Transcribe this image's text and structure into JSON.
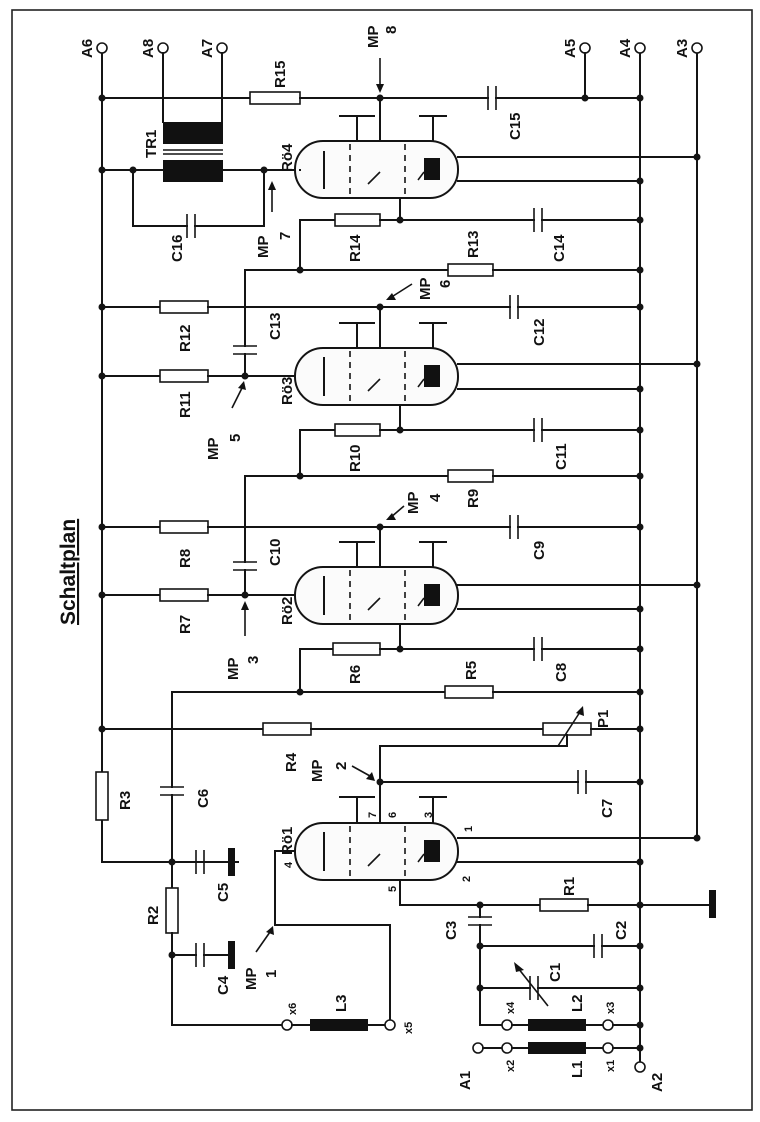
{
  "title": "Schaltplan",
  "terminals": {
    "A1": "A1",
    "A2": "A2",
    "A3": "A3",
    "A4": "A4",
    "A5": "A5",
    "A6": "A6",
    "A7": "A7",
    "A8": "A8",
    "x1": "x1",
    "x2": "x2",
    "x3": "x3",
    "x4": "x4",
    "x5": "x5",
    "x6": "x6"
  },
  "resistors": {
    "R1": "R1",
    "R2": "R2",
    "R3": "R3",
    "R4": "R4",
    "R5": "R5",
    "R6": "R6",
    "R7": "R7",
    "R8": "R8",
    "R9": "R9",
    "R10": "R10",
    "R11": "R11",
    "R12": "R12",
    "R13": "R13",
    "R14": "R14",
    "R15": "R15"
  },
  "potentiometer": "P1",
  "capacitors": {
    "C1": "C1",
    "C2": "C2",
    "C3": "C3",
    "C4": "C4",
    "C5": "C5",
    "C6": "C6",
    "C7": "C7",
    "C8": "C8",
    "C9": "C9",
    "C10": "C10",
    "C11": "C11",
    "C12": "C12",
    "C13": "C13",
    "C14": "C14",
    "C15": "C15",
    "C16": "C16"
  },
  "inductors": {
    "L1": "L1",
    "L2": "L2",
    "L3": "L3"
  },
  "transformer": "TR1",
  "tubes": {
    "Ro1": "Rö1",
    "Ro2": "Rö2",
    "Ro3": "Rö3",
    "Ro4": "Rö4"
  },
  "measure_points": [
    {
      "label": "MP",
      "num": "1"
    },
    {
      "label": "MP",
      "num": "2"
    },
    {
      "label": "MP",
      "num": "3"
    },
    {
      "label": "MP",
      "num": "4"
    },
    {
      "label": "MP",
      "num": "5"
    },
    {
      "label": "MP",
      "num": "6"
    },
    {
      "label": "MP",
      "num": "7"
    },
    {
      "label": "MP",
      "num": "8"
    }
  ],
  "pins": {
    "p1": "1",
    "p2": "2",
    "p3": "3",
    "p4": "4",
    "p5": "5",
    "p6": "6",
    "p7": "7"
  }
}
